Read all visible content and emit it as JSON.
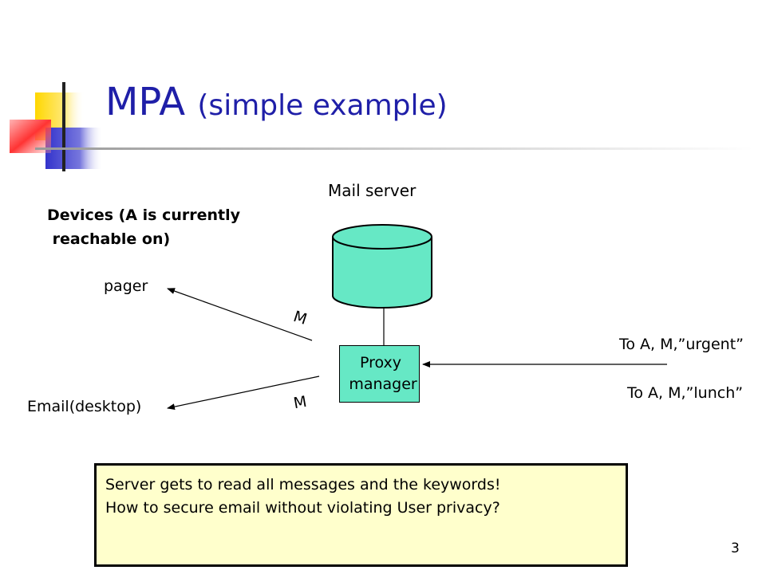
{
  "slide": {
    "title": "MPA",
    "subtitle": "(simple example)",
    "page_number": "3"
  },
  "diagram": {
    "mail_server_label": "Mail server",
    "devices_heading_line1": "Devices (A is currently",
    "devices_heading_line2": " reachable on)",
    "pager_label": "pager",
    "email_label": "Email(desktop)",
    "edge_label_top": "M",
    "edge_label_bottom": "M",
    "proxy_label": "Proxy\n manager",
    "incoming_1": "To A, M,”urgent”",
    "incoming_2": "To A, M,”lunch”"
  },
  "note": {
    "line1": "Server gets to read all messages and the keywords!",
    "line2": "How to secure email without violating User privacy?"
  },
  "colors": {
    "title": "#1f1fa8",
    "database_fill": "#66e8c5",
    "note_fill": "#ffffcc",
    "deco_yellow": "#ffd700",
    "deco_blue": "#3333cc",
    "deco_red": "#ff3333"
  }
}
